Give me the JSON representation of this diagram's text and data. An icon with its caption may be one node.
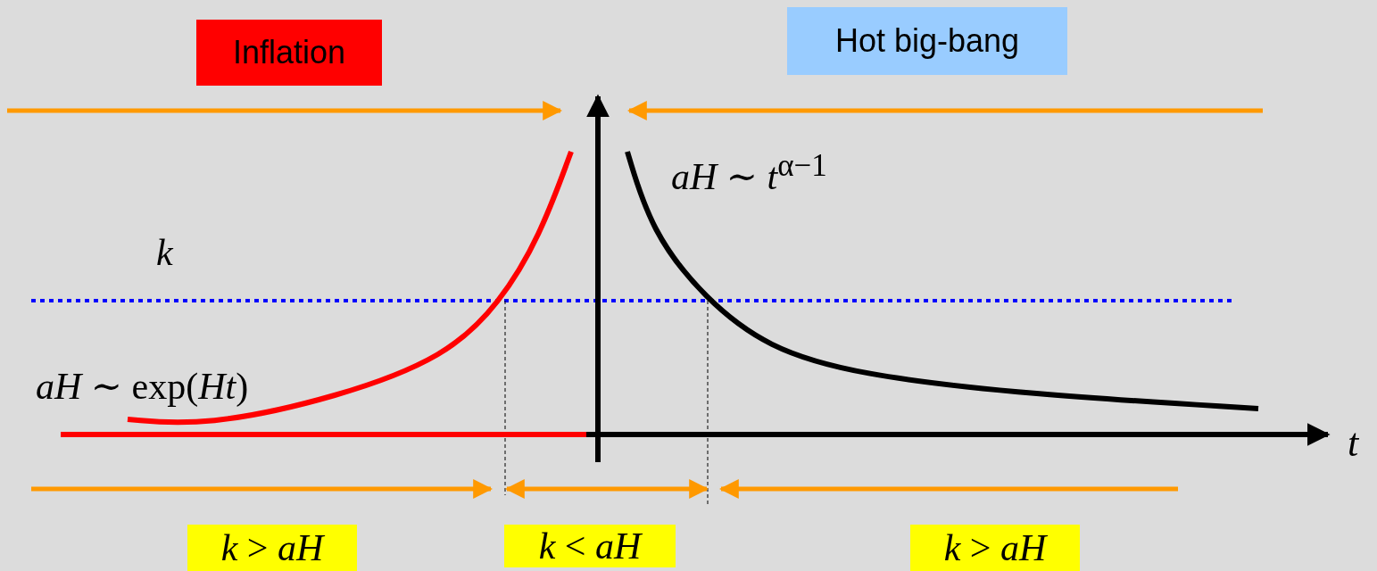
{
  "diagram": {
    "nodes": [
      {
        "text": [
          "Inflation"
        ]
      },
      {
        "text": [
          "Hot big-bang"
        ]
      },
      {
        "text": [
          "*k* > *aH*"
        ]
      },
      {
        "text": [
          "*k* < *aH*"
        ]
      },
      {
        "text": [
          "*k* > *aH*"
        ]
      }
    ],
    "labels": [
      "*aH* ∼ *t*$^{α−1}$",
      "k",
      "*aH* ∼ exp(*Ht*)",
      "t"
    ]
  }
}
